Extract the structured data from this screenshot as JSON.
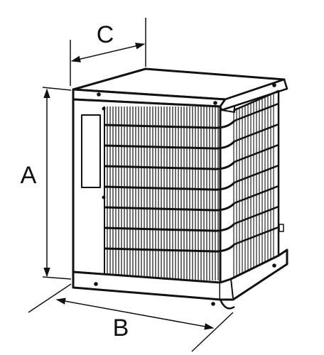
{
  "labels": {
    "height": "A",
    "width": "B",
    "depth": "C"
  },
  "colors": {
    "line": "#111111",
    "background": "#ffffff"
  },
  "icon": "outdoor-ac-condenser-unit"
}
